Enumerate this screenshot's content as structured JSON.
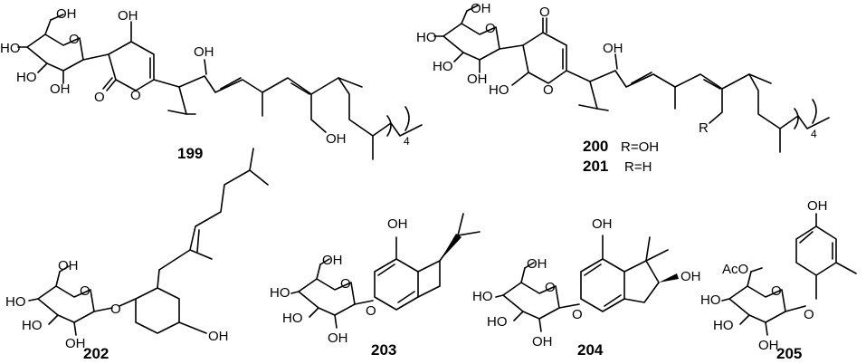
{
  "figure": {
    "compounds": [
      {
        "id": "199",
        "label": "199"
      },
      {
        "id": "200",
        "label": "200",
        "note": "R=OH"
      },
      {
        "id": "201",
        "label": "201",
        "note": "R=H"
      },
      {
        "id": "202",
        "label": "202"
      },
      {
        "id": "203",
        "label": "203"
      },
      {
        "id": "204",
        "label": "204"
      },
      {
        "id": "205",
        "label": "205"
      }
    ],
    "atoms": {
      "oh": "OH",
      "ho": "HO",
      "o": "O",
      "r": "R",
      "aco": "AcO",
      "n4": "4"
    }
  }
}
